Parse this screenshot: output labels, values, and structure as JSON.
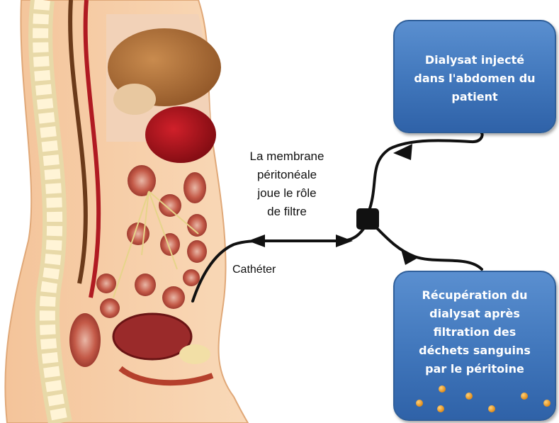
{
  "box_top": {
    "lines": [
      "Dialysat injecté",
      "dans l'abdomen du",
      "patient"
    ]
  },
  "box_bottom": {
    "lines": [
      "Récupération du",
      "dialysat après",
      "filtration des",
      "déchets sanguins",
      "par le péritoine"
    ]
  },
  "membrane_label": {
    "lines": [
      "La membrane",
      "péritonéale",
      "joue le rôle",
      "de filtre"
    ]
  },
  "catheter_label": "Cathéter",
  "colors": {
    "box_fill": "#4a80c4",
    "box_border": "#2f5f9a",
    "tube": "#111111",
    "particles": "#f0a020"
  }
}
